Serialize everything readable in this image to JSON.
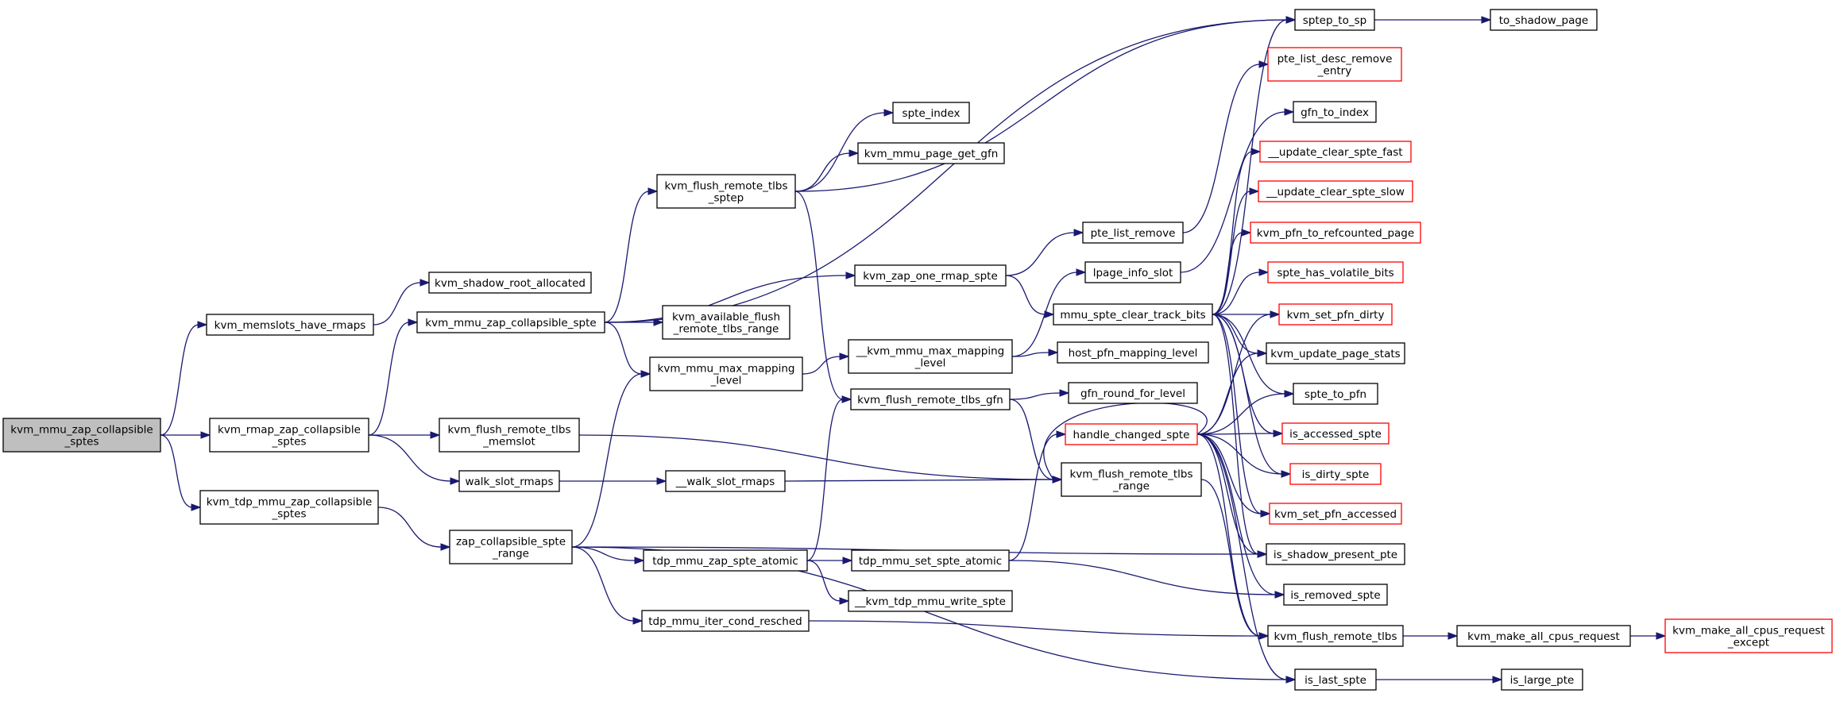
{
  "colors": {
    "edge": "#191970",
    "node_border": "#000000",
    "node_border_external": "#ff0000",
    "root_fill": "#bfbfbf",
    "node_fill": "#ffffff"
  },
  "nodes": [
    {
      "id": "kvm_mmu_zap_collapsible_sptes",
      "lines": [
        "kvm_mmu_zap_collapsible",
        "_sptes"
      ],
      "kind": "root"
    },
    {
      "id": "kvm_memslots_have_rmaps",
      "lines": [
        "kvm_memslots_have_rmaps"
      ],
      "kind": "normal"
    },
    {
      "id": "kvm_rmap_zap_collapsible_sptes",
      "lines": [
        "kvm_rmap_zap_collapsible",
        "_sptes"
      ],
      "kind": "normal"
    },
    {
      "id": "kvm_tdp_mmu_zap_collapsible_sptes",
      "lines": [
        "kvm_tdp_mmu_zap_collapsible",
        "_sptes"
      ],
      "kind": "normal"
    },
    {
      "id": "kvm_shadow_root_allocated",
      "lines": [
        "kvm_shadow_root_allocated"
      ],
      "kind": "normal"
    },
    {
      "id": "kvm_mmu_zap_collapsible_spte",
      "lines": [
        "kvm_mmu_zap_collapsible_spte"
      ],
      "kind": "normal"
    },
    {
      "id": "kvm_flush_remote_tlbs_memslot",
      "lines": [
        "kvm_flush_remote_tlbs",
        "_memslot"
      ],
      "kind": "normal"
    },
    {
      "id": "walk_slot_rmaps",
      "lines": [
        "walk_slot_rmaps"
      ],
      "kind": "normal"
    },
    {
      "id": "zap_collapsible_spte_range",
      "lines": [
        "zap_collapsible_spte",
        "_range"
      ],
      "kind": "normal"
    },
    {
      "id": "spte_index",
      "lines": [
        "spte_index"
      ],
      "kind": "normal"
    },
    {
      "id": "kvm_mmu_page_get_gfn",
      "lines": [
        "kvm_mmu_page_get_gfn"
      ],
      "kind": "normal"
    },
    {
      "id": "kvm_flush_remote_tlbs_sptep",
      "lines": [
        "kvm_flush_remote_tlbs",
        "_sptep"
      ],
      "kind": "normal"
    },
    {
      "id": "kvm_available_flush_remote_tlbs_range",
      "lines": [
        "kvm_available_flush",
        "_remote_tlbs_range"
      ],
      "kind": "normal"
    },
    {
      "id": "kvm_mmu_max_mapping_level",
      "lines": [
        "kvm_mmu_max_mapping",
        "_level"
      ],
      "kind": "normal"
    },
    {
      "id": "__walk_slot_rmaps",
      "lines": [
        "__walk_slot_rmaps"
      ],
      "kind": "normal"
    },
    {
      "id": "tdp_mmu_zap_spte_atomic",
      "lines": [
        "tdp_mmu_zap_spte_atomic"
      ],
      "kind": "normal"
    },
    {
      "id": "tdp_mmu_iter_cond_resched",
      "lines": [
        "tdp_mmu_iter_cond_resched"
      ],
      "kind": "normal"
    },
    {
      "id": "kvm_zap_one_rmap_spte",
      "lines": [
        "kvm_zap_one_rmap_spte"
      ],
      "kind": "normal"
    },
    {
      "id": "__kvm_mmu_max_mapping_level",
      "lines": [
        "__kvm_mmu_max_mapping",
        "_level"
      ],
      "kind": "normal"
    },
    {
      "id": "kvm_flush_remote_tlbs_gfn",
      "lines": [
        "kvm_flush_remote_tlbs_gfn"
      ],
      "kind": "normal"
    },
    {
      "id": "tdp_mmu_set_spte_atomic",
      "lines": [
        "tdp_mmu_set_spte_atomic"
      ],
      "kind": "normal"
    },
    {
      "id": "__kvm_tdp_mmu_write_spte",
      "lines": [
        "__kvm_tdp_mmu_write_spte"
      ],
      "kind": "normal"
    },
    {
      "id": "pte_list_remove",
      "lines": [
        "pte_list_remove"
      ],
      "kind": "normal"
    },
    {
      "id": "lpage_info_slot",
      "lines": [
        "lpage_info_slot"
      ],
      "kind": "normal"
    },
    {
      "id": "mmu_spte_clear_track_bits",
      "lines": [
        "mmu_spte_clear_track_bits"
      ],
      "kind": "normal"
    },
    {
      "id": "host_pfn_mapping_level",
      "lines": [
        "host_pfn_mapping_level"
      ],
      "kind": "normal"
    },
    {
      "id": "gfn_round_for_level",
      "lines": [
        "gfn_round_for_level"
      ],
      "kind": "normal"
    },
    {
      "id": "handle_changed_spte",
      "lines": [
        "handle_changed_spte"
      ],
      "kind": "external"
    },
    {
      "id": "kvm_flush_remote_tlbs_range",
      "lines": [
        "kvm_flush_remote_tlbs",
        "_range"
      ],
      "kind": "normal"
    },
    {
      "id": "sptep_to_sp",
      "lines": [
        "sptep_to_sp"
      ],
      "kind": "normal"
    },
    {
      "id": "pte_list_desc_remove_entry",
      "lines": [
        "pte_list_desc_remove",
        "_entry"
      ],
      "kind": "external"
    },
    {
      "id": "gfn_to_index",
      "lines": [
        "gfn_to_index"
      ],
      "kind": "normal"
    },
    {
      "id": "__update_clear_spte_fast",
      "lines": [
        "__update_clear_spte_fast"
      ],
      "kind": "external"
    },
    {
      "id": "__update_clear_spte_slow",
      "lines": [
        "__update_clear_spte_slow"
      ],
      "kind": "external"
    },
    {
      "id": "kvm_pfn_to_refcounted_page",
      "lines": [
        "kvm_pfn_to_refcounted_page"
      ],
      "kind": "external"
    },
    {
      "id": "spte_has_volatile_bits",
      "lines": [
        "spte_has_volatile_bits"
      ],
      "kind": "external"
    },
    {
      "id": "kvm_set_pfn_dirty",
      "lines": [
        "kvm_set_pfn_dirty"
      ],
      "kind": "external"
    },
    {
      "id": "kvm_update_page_stats",
      "lines": [
        "kvm_update_page_stats"
      ],
      "kind": "normal"
    },
    {
      "id": "spte_to_pfn",
      "lines": [
        "spte_to_pfn"
      ],
      "kind": "normal"
    },
    {
      "id": "is_accessed_spte",
      "lines": [
        "is_accessed_spte"
      ],
      "kind": "external"
    },
    {
      "id": "is_dirty_spte",
      "lines": [
        "is_dirty_spte"
      ],
      "kind": "external"
    },
    {
      "id": "kvm_set_pfn_accessed",
      "lines": [
        "kvm_set_pfn_accessed"
      ],
      "kind": "external"
    },
    {
      "id": "is_shadow_present_pte",
      "lines": [
        "is_shadow_present_pte"
      ],
      "kind": "normal"
    },
    {
      "id": "is_removed_spte",
      "lines": [
        "is_removed_spte"
      ],
      "kind": "normal"
    },
    {
      "id": "kvm_flush_remote_tlbs",
      "lines": [
        "kvm_flush_remote_tlbs"
      ],
      "kind": "normal"
    },
    {
      "id": "is_last_spte",
      "lines": [
        "is_last_spte"
      ],
      "kind": "normal"
    },
    {
      "id": "to_shadow_page",
      "lines": [
        "to_shadow_page"
      ],
      "kind": "normal"
    },
    {
      "id": "kvm_make_all_cpus_request",
      "lines": [
        "kvm_make_all_cpus_request"
      ],
      "kind": "normal"
    },
    {
      "id": "is_large_pte",
      "lines": [
        "is_large_pte"
      ],
      "kind": "normal"
    },
    {
      "id": "kvm_make_all_cpus_request_except",
      "lines": [
        "kvm_make_all_cpus_request",
        "_except"
      ],
      "kind": "external"
    }
  ],
  "edges": [
    [
      "kvm_mmu_zap_collapsible_sptes",
      "kvm_memslots_have_rmaps"
    ],
    [
      "kvm_mmu_zap_collapsible_sptes",
      "kvm_rmap_zap_collapsible_sptes"
    ],
    [
      "kvm_mmu_zap_collapsible_sptes",
      "kvm_tdp_mmu_zap_collapsible_sptes"
    ],
    [
      "kvm_memslots_have_rmaps",
      "kvm_shadow_root_allocated"
    ],
    [
      "kvm_rmap_zap_collapsible_sptes",
      "kvm_mmu_zap_collapsible_spte"
    ],
    [
      "kvm_rmap_zap_collapsible_sptes",
      "kvm_flush_remote_tlbs_memslot"
    ],
    [
      "kvm_rmap_zap_collapsible_sptes",
      "walk_slot_rmaps"
    ],
    [
      "kvm_tdp_mmu_zap_collapsible_sptes",
      "zap_collapsible_spte_range"
    ],
    [
      "kvm_mmu_zap_collapsible_spte",
      "kvm_flush_remote_tlbs_sptep"
    ],
    [
      "kvm_mmu_zap_collapsible_spte",
      "kvm_available_flush_remote_tlbs_range"
    ],
    [
      "kvm_mmu_zap_collapsible_spte",
      "kvm_mmu_max_mapping_level"
    ],
    [
      "kvm_mmu_zap_collapsible_spte",
      "kvm_zap_one_rmap_spte"
    ],
    [
      "kvm_mmu_zap_collapsible_spte",
      "sptep_to_sp"
    ],
    [
      "kvm_flush_remote_tlbs_memslot",
      "kvm_flush_remote_tlbs_range"
    ],
    [
      "walk_slot_rmaps",
      "__walk_slot_rmaps"
    ],
    [
      "__walk_slot_rmaps",
      "kvm_flush_remote_tlbs_range"
    ],
    [
      "zap_collapsible_spte_range",
      "kvm_mmu_max_mapping_level"
    ],
    [
      "zap_collapsible_spte_range",
      "tdp_mmu_zap_spte_atomic"
    ],
    [
      "zap_collapsible_spte_range",
      "tdp_mmu_iter_cond_resched"
    ],
    [
      "zap_collapsible_spte_range",
      "is_shadow_present_pte"
    ],
    [
      "zap_collapsible_spte_range",
      "is_last_spte"
    ],
    [
      "kvm_flush_remote_tlbs_sptep",
      "spte_index"
    ],
    [
      "kvm_flush_remote_tlbs_sptep",
      "kvm_mmu_page_get_gfn"
    ],
    [
      "kvm_flush_remote_tlbs_sptep",
      "sptep_to_sp"
    ],
    [
      "kvm_flush_remote_tlbs_sptep",
      "kvm_flush_remote_tlbs_gfn"
    ],
    [
      "kvm_mmu_max_mapping_level",
      "__kvm_mmu_max_mapping_level"
    ],
    [
      "__kvm_mmu_max_mapping_level",
      "lpage_info_slot"
    ],
    [
      "__kvm_mmu_max_mapping_level",
      "host_pfn_mapping_level"
    ],
    [
      "tdp_mmu_zap_spte_atomic",
      "kvm_flush_remote_tlbs_gfn"
    ],
    [
      "tdp_mmu_zap_spte_atomic",
      "tdp_mmu_set_spte_atomic"
    ],
    [
      "tdp_mmu_zap_spte_atomic",
      "__kvm_tdp_mmu_write_spte"
    ],
    [
      "tdp_mmu_iter_cond_resched",
      "kvm_flush_remote_tlbs"
    ],
    [
      "kvm_zap_one_rmap_spte",
      "pte_list_remove"
    ],
    [
      "kvm_zap_one_rmap_spte",
      "mmu_spte_clear_track_bits"
    ],
    [
      "kvm_flush_remote_tlbs_gfn",
      "gfn_round_for_level"
    ],
    [
      "kvm_flush_remote_tlbs_gfn",
      "kvm_flush_remote_tlbs_range"
    ],
    [
      "tdp_mmu_set_spte_atomic",
      "handle_changed_spte"
    ],
    [
      "tdp_mmu_set_spte_atomic",
      "is_removed_spte"
    ],
    [
      "pte_list_remove",
      "pte_list_desc_remove_entry"
    ],
    [
      "lpage_info_slot",
      "gfn_to_index"
    ],
    [
      "mmu_spte_clear_track_bits",
      "sptep_to_sp"
    ],
    [
      "mmu_spte_clear_track_bits",
      "__update_clear_spte_fast"
    ],
    [
      "mmu_spte_clear_track_bits",
      "__update_clear_spte_slow"
    ],
    [
      "mmu_spte_clear_track_bits",
      "kvm_pfn_to_refcounted_page"
    ],
    [
      "mmu_spte_clear_track_bits",
      "spte_has_volatile_bits"
    ],
    [
      "mmu_spte_clear_track_bits",
      "kvm_set_pfn_dirty"
    ],
    [
      "mmu_spte_clear_track_bits",
      "kvm_update_page_stats"
    ],
    [
      "mmu_spte_clear_track_bits",
      "spte_to_pfn"
    ],
    [
      "mmu_spte_clear_track_bits",
      "is_accessed_spte"
    ],
    [
      "mmu_spte_clear_track_bits",
      "is_dirty_spte"
    ],
    [
      "mmu_spte_clear_track_bits",
      "kvm_set_pfn_accessed"
    ],
    [
      "mmu_spte_clear_track_bits",
      "is_shadow_present_pte"
    ],
    [
      "handle_changed_spte",
      "kvm_flush_remote_tlbs_range"
    ],
    [
      "handle_changed_spte",
      "kvm_set_pfn_dirty"
    ],
    [
      "handle_changed_spte",
      "kvm_update_page_stats"
    ],
    [
      "handle_changed_spte",
      "spte_to_pfn"
    ],
    [
      "handle_changed_spte",
      "is_accessed_spte"
    ],
    [
      "handle_changed_spte",
      "is_dirty_spte"
    ],
    [
      "handle_changed_spte",
      "kvm_set_pfn_accessed"
    ],
    [
      "handle_changed_spte",
      "is_shadow_present_pte"
    ],
    [
      "handle_changed_spte",
      "is_removed_spte"
    ],
    [
      "handle_changed_spte",
      "kvm_flush_remote_tlbs"
    ],
    [
      "handle_changed_spte",
      "is_last_spte"
    ],
    [
      "kvm_flush_remote_tlbs_range",
      "kvm_flush_remote_tlbs"
    ],
    [
      "sptep_to_sp",
      "to_shadow_page"
    ],
    [
      "kvm_flush_remote_tlbs",
      "kvm_make_all_cpus_request"
    ],
    [
      "kvm_make_all_cpus_request",
      "kvm_make_all_cpus_request_except"
    ],
    [
      "is_last_spte",
      "is_large_pte"
    ]
  ]
}
